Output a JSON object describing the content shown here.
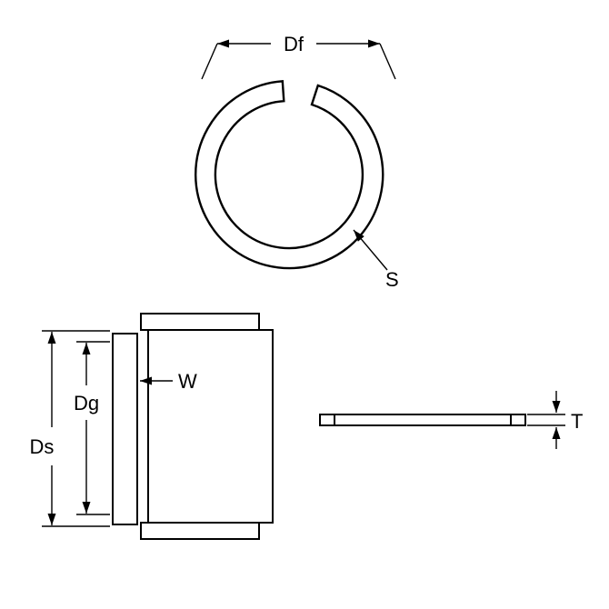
{
  "diagram": {
    "type": "technical-drawing",
    "subject": "snap-ring-with-dimension-callouts",
    "colors": {
      "line": "#000000",
      "background": "#ffffff"
    },
    "labels": {
      "df": "Df",
      "s": "S",
      "dg": "Dg",
      "ds": "Ds",
      "w": "W",
      "t": "T"
    }
  }
}
